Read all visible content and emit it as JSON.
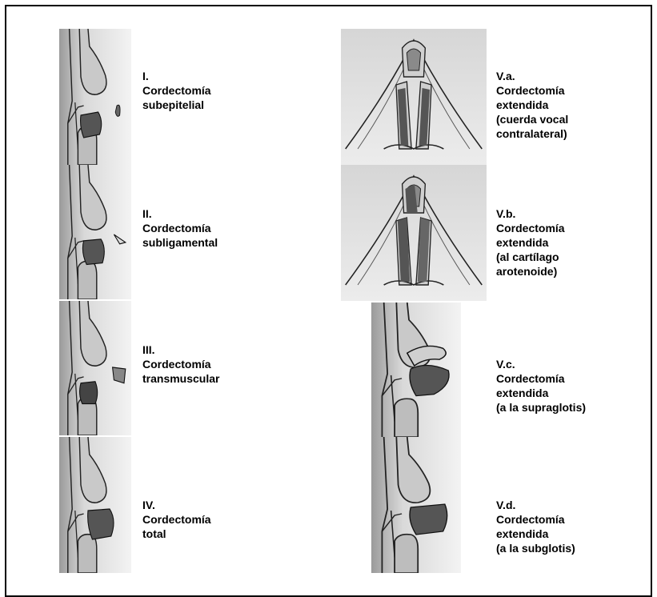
{
  "figure": {
    "left_column": [
      {
        "numeral": "I.",
        "lines": [
          "Cordectomía",
          "subepitelial"
        ]
      },
      {
        "numeral": "II.",
        "lines": [
          "Cordectomía",
          "subligamental"
        ]
      },
      {
        "numeral": "III.",
        "lines": [
          "Cordectomía",
          "transmuscular"
        ]
      },
      {
        "numeral": "IV.",
        "lines": [
          "Cordectomía",
          "total"
        ]
      }
    ],
    "right_column": [
      {
        "numeral": "V.a.",
        "lines": [
          "Cordectomía",
          "extendida",
          "(cuerda vocal",
          "contralateral)"
        ]
      },
      {
        "numeral": "V.b.",
        "lines": [
          "Cordectomía",
          "extendida",
          "(al cartílago",
          "arotenoide)"
        ]
      },
      {
        "numeral": "V.c.",
        "lines": [
          "Cordectomía",
          "extendida",
          "(a la supraglotis)"
        ]
      },
      {
        "numeral": "V.d.",
        "lines": [
          "Cordectomía",
          "extendida",
          "(a la subglotis)"
        ]
      }
    ]
  }
}
